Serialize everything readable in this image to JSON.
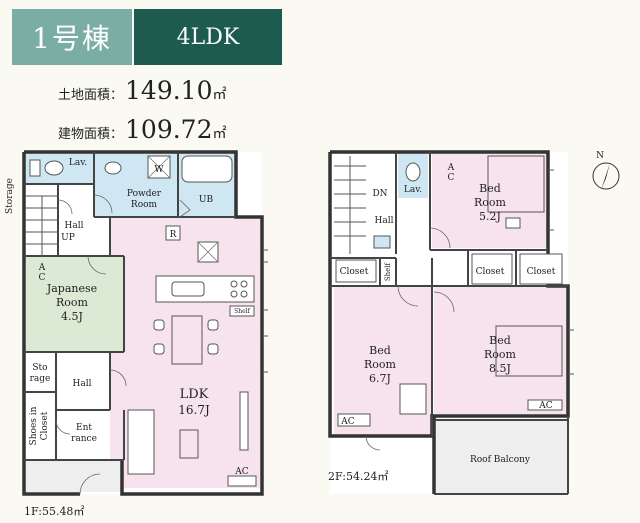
{
  "header": {
    "building": "1号棟",
    "layout": "4LDK"
  },
  "areas": {
    "land_label": "土地面積：",
    "land_value": "149.10",
    "land_unit": "㎡",
    "building_label": "建物面積：",
    "building_value": "109.72",
    "building_unit": "㎡"
  },
  "floor1": {
    "area_label": "1F:55.48㎡",
    "rooms": {
      "storage": "Storage",
      "lav": "Lav.",
      "w": "W",
      "powder1": "Powder",
      "powder2": "Room",
      "ub": "UB",
      "hall_up1": "Hall",
      "hall_up2": "UP",
      "r": "R",
      "japanese1": "Japanese",
      "japanese2": "Room",
      "japanese3": "4.5J",
      "ac_japanese": "A",
      "ac_japanese2": "C",
      "shelf": "Shelf",
      "storage_small1": "Sto",
      "storage_small2": "rage",
      "hall": "Hall",
      "ldk1": "LDK",
      "ldk2": "16.7J",
      "shoes1": "Shoes in",
      "shoes2": "Closet",
      "entrance1": "Ent",
      "entrance2": "rance",
      "ac_ldk": "AC"
    }
  },
  "floor2": {
    "area_label": "2F:54.24㎡",
    "rooms": {
      "dn": "DN",
      "lav": "Lav.",
      "hall": "Hall",
      "bed1_1": "Bed",
      "bed1_2": "Room",
      "bed1_3": "5.2J",
      "ac_bed1a": "A",
      "ac_bed1b": "C",
      "closet_a": "Closet",
      "closet_b": "Closet",
      "closet_c": "Closet",
      "shelf": "Shelf",
      "bed2_1": "Bed",
      "bed2_2": "Room",
      "bed2_3": "6.7J",
      "ac_bed2": "AC",
      "bed3_1": "Bed",
      "bed3_2": "Room",
      "bed3_3": "8.5J",
      "ac_bed3": "AC",
      "balcony": "Roof Balcony"
    }
  },
  "compass": {
    "north": "N"
  },
  "colors": {
    "tag_light": "#7aaea4",
    "tag_dark": "#1d5b4e",
    "ldk": "#f6e3ee",
    "japanese": "#dbe9d5",
    "wet": "#cfe6f3",
    "balcony": "#eeeeee"
  }
}
